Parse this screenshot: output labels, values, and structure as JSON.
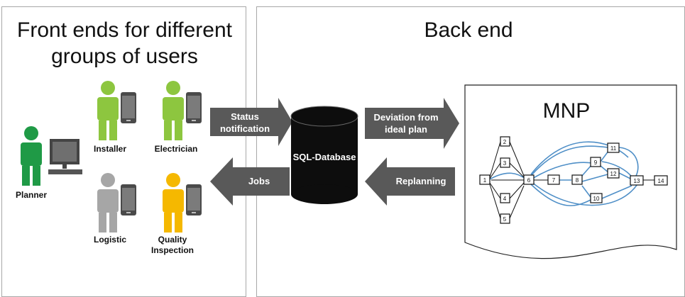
{
  "panels": {
    "front_title": "Front ends for different groups of users",
    "back_title": "Back end"
  },
  "users": {
    "planner": "Planner",
    "installer": "Installer",
    "electrician": "Electrician",
    "logistic": "Logistic",
    "quality": "Quality Inspection"
  },
  "arrows": {
    "status": "Status notification",
    "jobs": "Jobs",
    "deviation": "Deviation from ideal plan",
    "replanning": "Replanning"
  },
  "database": {
    "label": "SQL-Database"
  },
  "mnp": {
    "title": "MNP",
    "nodes": [
      "1",
      "2",
      "3",
      "4",
      "5",
      "6",
      "7",
      "8",
      "9",
      "10",
      "11",
      "12",
      "13",
      "14"
    ]
  },
  "colors": {
    "planner_green": "#1f9a46",
    "user_green": "#8dc63f",
    "logistic_gray": "#a6a6a6",
    "quality_yellow": "#f5b800",
    "arrow_gray": "#595959",
    "db_black": "#0d0d0d",
    "edge_blue": "#4f8fc7"
  }
}
